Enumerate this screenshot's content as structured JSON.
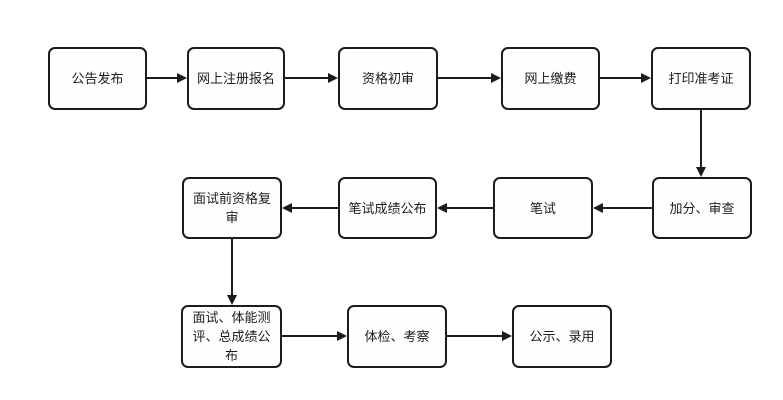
{
  "diagram": {
    "type": "flowchart",
    "colors": {
      "line": "#1c1c1c",
      "box_border": "#1c1c1c",
      "box_fill": "#fefefe",
      "background": "#ffffff"
    },
    "nodes": [
      {
        "id": "announcement",
        "label": "公告发布"
      },
      {
        "id": "online-registration",
        "label": "网上注册报名"
      },
      {
        "id": "qualification-initial-review",
        "label": "资格初审"
      },
      {
        "id": "online-payment",
        "label": "网上缴费"
      },
      {
        "id": "print-admission-ticket",
        "label": "打印准考证"
      },
      {
        "id": "bonus-points-review",
        "label": "加分、审查"
      },
      {
        "id": "written-exam",
        "label": "笔试"
      },
      {
        "id": "written-exam-results",
        "label": "笔试成绩公布"
      },
      {
        "id": "pre-interview-qualification-review",
        "label": "面试前资格复审"
      },
      {
        "id": "interview-physical-total-score",
        "label": "面试、体能测评、总成绩公布"
      },
      {
        "id": "physical-exam-inspection",
        "label": "体检、考察"
      },
      {
        "id": "publicity-employment",
        "label": "公示、录用"
      }
    ],
    "edges": [
      {
        "from": "announcement",
        "to": "online-registration"
      },
      {
        "from": "online-registration",
        "to": "qualification-initial-review"
      },
      {
        "from": "qualification-initial-review",
        "to": "online-payment"
      },
      {
        "from": "online-payment",
        "to": "print-admission-ticket"
      },
      {
        "from": "print-admission-ticket",
        "to": "bonus-points-review"
      },
      {
        "from": "bonus-points-review",
        "to": "written-exam"
      },
      {
        "from": "written-exam",
        "to": "written-exam-results"
      },
      {
        "from": "written-exam-results",
        "to": "pre-interview-qualification-review"
      },
      {
        "from": "pre-interview-qualification-review",
        "to": "interview-physical-total-score"
      },
      {
        "from": "interview-physical-total-score",
        "to": "physical-exam-inspection"
      },
      {
        "from": "physical-exam-inspection",
        "to": "publicity-employment"
      }
    ]
  }
}
